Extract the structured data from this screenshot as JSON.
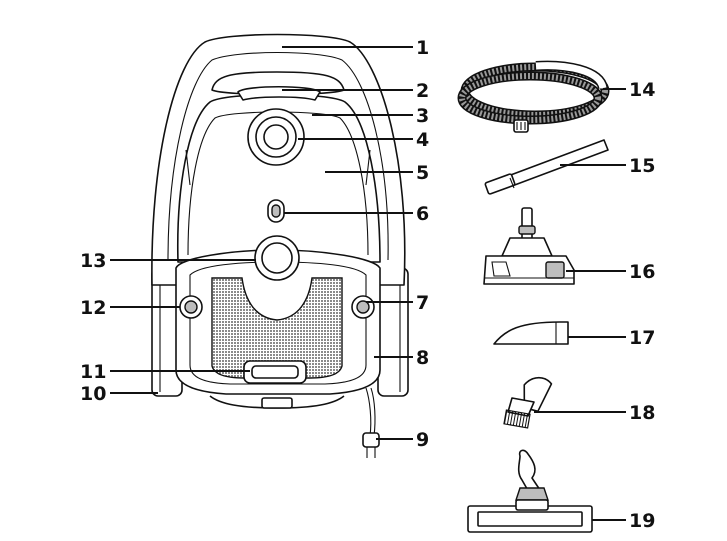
{
  "diagram": {
    "labels": [
      "1",
      "2",
      "3",
      "4",
      "5",
      "6",
      "7",
      "8",
      "9",
      "10",
      "11",
      "12",
      "13",
      "14",
      "15",
      "16",
      "17",
      "18",
      "19"
    ]
  },
  "icons": {
    "vacuum_body": "vacuum-cleaner-illustration",
    "hose": "hose-illustration",
    "tube": "extension-tube-illustration",
    "floor_nozzle": "floor-nozzle-illustration",
    "crevice_tool": "crevice-tool-illustration",
    "dusting_brush": "dusting-brush-illustration",
    "parquet_nozzle": "parquet-nozzle-illustration"
  },
  "colors": {
    "line": "#111111",
    "mesh": "#9a9a9a",
    "fill": "#ffffff"
  }
}
